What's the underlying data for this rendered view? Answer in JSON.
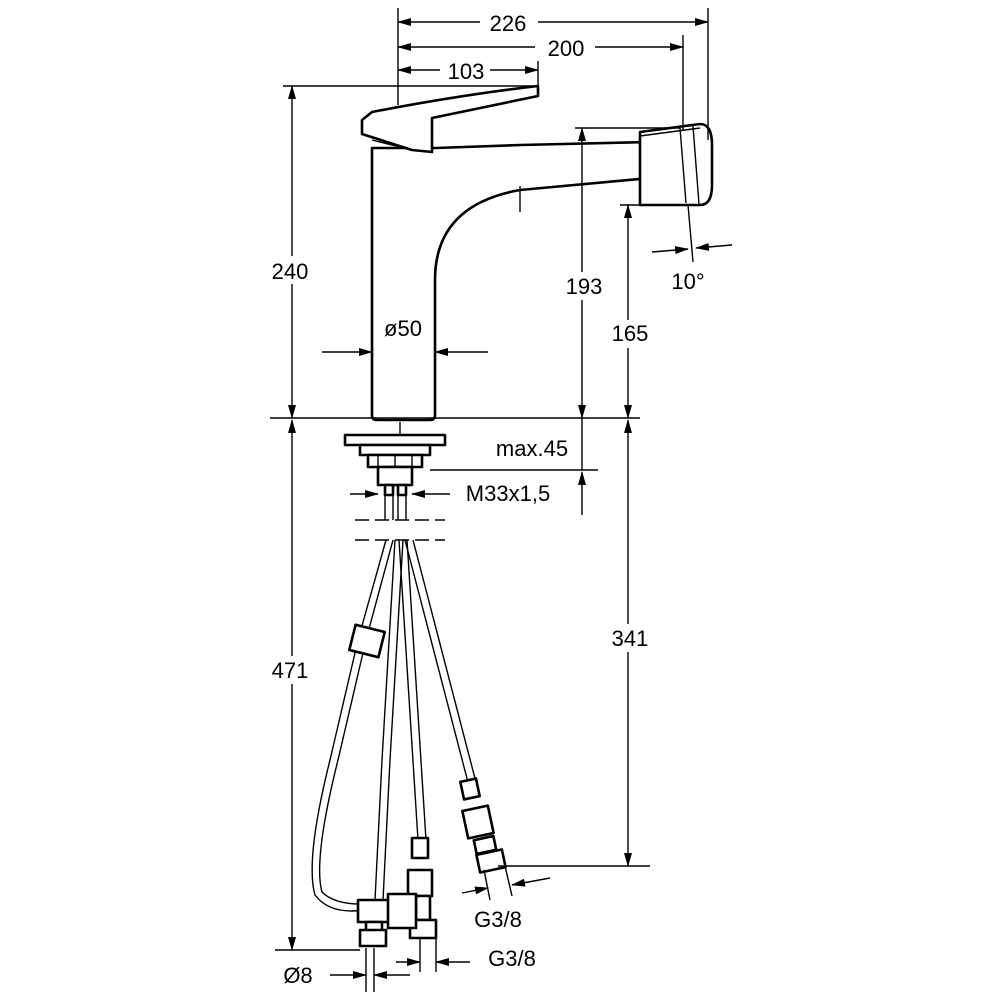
{
  "dimensions": {
    "overall_width": "226",
    "spout_reach": "200",
    "lever_reach": "103",
    "height": "240",
    "outlet_height": "193",
    "spout_clearance": "165",
    "spout_angle": "10°",
    "base_diameter": "ø50",
    "max_thickness": "max.45",
    "thread": "M33x1,5",
    "hose_length": "471",
    "hose_reach": "341",
    "connection_right": "G3/8",
    "connection_left": "G3/8",
    "hose_diameter": "Ø8"
  }
}
